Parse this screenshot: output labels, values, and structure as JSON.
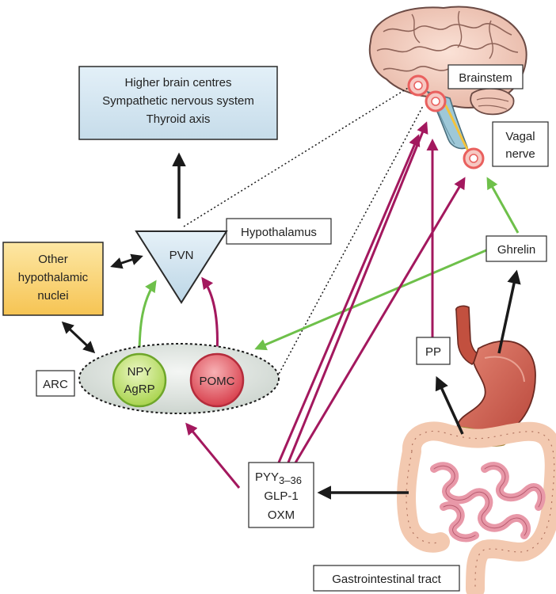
{
  "colors": {
    "magenta_arrow": "#a3185e",
    "green_arrow": "#6ec04a",
    "black_arrow": "#1a1a1a",
    "higher_box_fill": "#d5e7f2",
    "other_nuclei_fill": "#fbd97a",
    "pvn_fill": "#cfe3ef",
    "arc_fill": "#e3e8e4",
    "npy_fill": "#c6e67a",
    "pomc_fill": "#e45b67",
    "brainstem_ring": "#e9605e",
    "stomach": "#c85a4a",
    "intestine": "#f2c7b2"
  },
  "higher_brain": {
    "line1": "Higher brain centres",
    "line2": "Sympathetic nervous system",
    "line3": "Thyroid axis"
  },
  "hypothalamus": {
    "label": "Hypothalamus"
  },
  "pvn": {
    "label": "PVN"
  },
  "other_nuclei": {
    "line1": "Other",
    "line2": "hypothalamic",
    "line3": "nuclei"
  },
  "arc": {
    "label": "ARC"
  },
  "npy": {
    "line1": "NPY",
    "line2": "AgRP"
  },
  "pomc": {
    "label": "POMC"
  },
  "brainstem": {
    "label": "Brainstem"
  },
  "vagal": {
    "line1": "Vagal",
    "line2": "nerve"
  },
  "ghrelin": {
    "label": "Ghrelin"
  },
  "pp": {
    "label": "PP"
  },
  "pyy": {
    "line1_base": "PYY",
    "line1_sub": "3–36",
    "line2": "GLP-1",
    "line3": "OXM"
  },
  "gi_tract": {
    "label": "Gastrointestinal tract"
  },
  "icons": {
    "brain": "brain-icon",
    "gut": "gastrointestinal-icon"
  }
}
